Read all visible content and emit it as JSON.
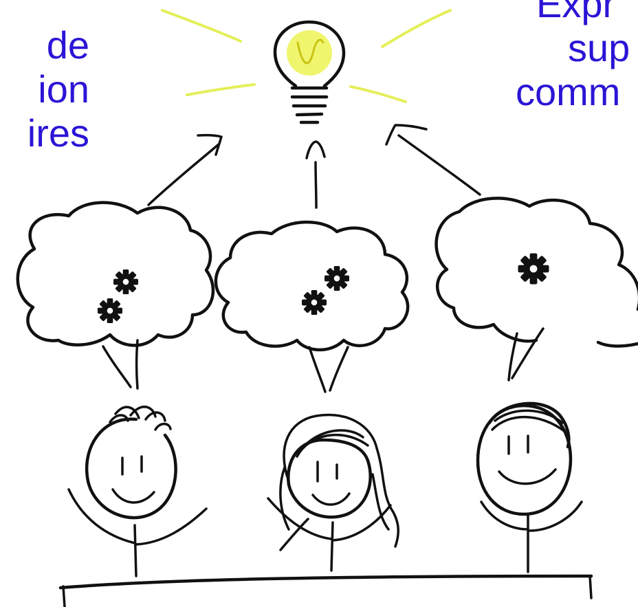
{
  "colors": {
    "text": "#2b14d6",
    "ink": "#111111",
    "light_rays": "#e4ef5a",
    "bulb_glow": "#e6ee38",
    "background": "#ffffff"
  },
  "left_caption": {
    "lines": [
      "de",
      "ion",
      "ires"
    ]
  },
  "right_caption": {
    "lines": [
      "Expr",
      "sup",
      "comm"
    ]
  },
  "illustration": {
    "bulb_icon": "lightbulb-icon",
    "gear_icon": "gear-icon",
    "people_count": 3,
    "gears_per_cloud": [
      2,
      2,
      1
    ]
  }
}
